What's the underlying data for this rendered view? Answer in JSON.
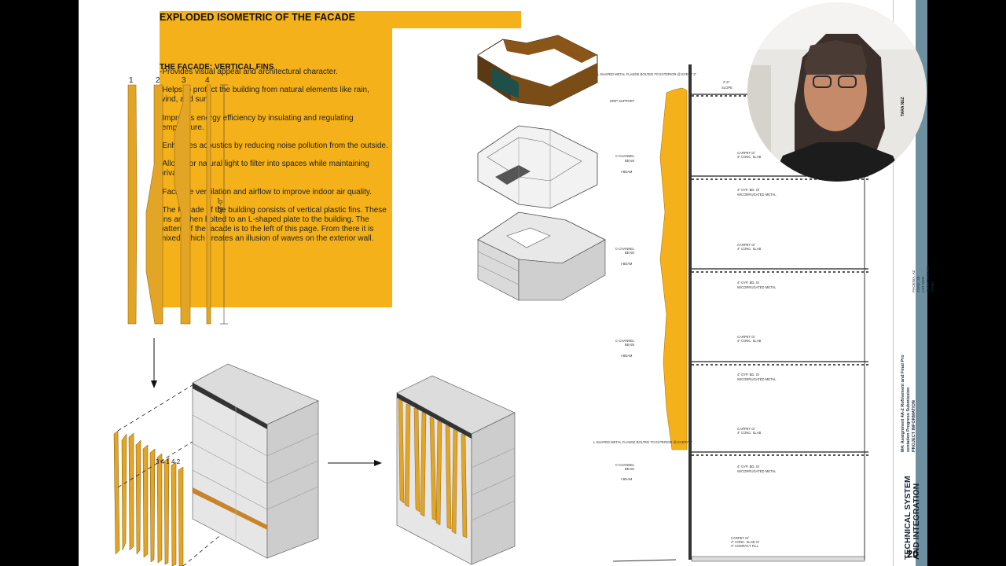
{
  "heading": "EXPLODED ISOMETRIC OF THE FACADE",
  "subheading": "THE FACADE: VERTICAL FINS",
  "paragraphs": [
    "-Provides visual appeal and architectural character.",
    "-Helps to protect the building from natural elements like rain, wind, and sun.",
    "-Improves energy efficiency by insulating and regulating temperature.",
    "-Enhances acoustics by reducing noise pollution from the outside.",
    "-Allows for natural light to filter into spaces while maintaining privacy.",
    "-Facilitate ventilation and airflow to improve indoor air quality.",
    "-The Facade of the building consists of vertical plastic fins. These fins are then bolted to an L-shaped plate to the building. The pattern of the facade is to the left of this page. From there it is mixed, which creates an illusion of waves on the exterior wall."
  ],
  "fin_labels": [
    "1",
    "2",
    "3",
    "4"
  ],
  "fin_height": "43'-0\"",
  "fin_sequence": "3 4 1 4 2",
  "section_labels": {
    "dimension": "2'-6\"",
    "slope": "SLOPE",
    "l_flange": "L-SHAPED METAL FLANGE BOLTED TO EXTERIOR @ EVERY 3\"",
    "drip_support": "DRIP SUPPORT",
    "carpet": "CARPET O/",
    "conc_slab": "4\" CONC. SLAB",
    "c_channel": "C-CHANNEL",
    "beam": "BEAM",
    "i_beam": "I-BEAM",
    "gyp": "4\" GYP. BD. O/",
    "corrugated": "W/CORRUGATED METAL",
    "carpet_bottom": "CARPET O/",
    "conc_slab_bottom": "4\" CONC. SLAB O/",
    "compact_fill": "4\" COMPACT FILL"
  },
  "sheet": {
    "title": "TECHNICAL SYSTEM AND INTEGRATION",
    "number": "20",
    "project_line1": "M4: Assignment 4A-2 Refinement and Final Pro",
    "project_line2": "sentation Progress Submission",
    "project_info_label": "PROJECT INFORMATION",
    "meta": [
      "PHOENIX, AZ",
      "ZONE: 2B",
      "LOT SIZE:",
      "CLIMATE ZONE:",
      "25,000"
    ],
    "author": "TARA NEZ"
  },
  "colors": {
    "accent": "#f4b11a",
    "fin": "#e3a526",
    "band": "#6d8fa0"
  }
}
